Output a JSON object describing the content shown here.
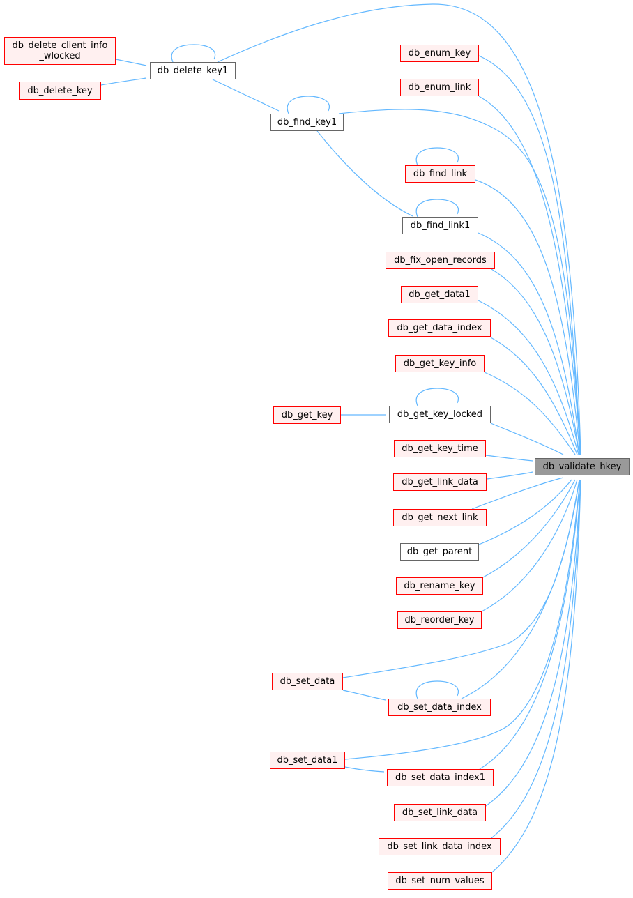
{
  "graph": {
    "kind": "caller-graph",
    "colors": {
      "edge": "#63b8ff",
      "caller_fill": "#fff0f0",
      "caller_border": "#ff0000",
      "plain_fill": "#ffffff",
      "plain_border": "#666666",
      "target_fill": "#999999",
      "target_border": "#666666"
    },
    "nodes": [
      {
        "id": "db_delete_client_info_wlocked",
        "label": "db_delete_client_info\n_wlocked",
        "style": "caller"
      },
      {
        "id": "db_delete_key",
        "label": "db_delete_key",
        "style": "caller"
      },
      {
        "id": "db_delete_key1",
        "label": "db_delete_key1",
        "style": "plain"
      },
      {
        "id": "db_find_key1",
        "label": "db_find_key1",
        "style": "plain"
      },
      {
        "id": "db_enum_key",
        "label": "db_enum_key",
        "style": "caller"
      },
      {
        "id": "db_enum_link",
        "label": "db_enum_link",
        "style": "caller"
      },
      {
        "id": "db_find_link",
        "label": "db_find_link",
        "style": "caller"
      },
      {
        "id": "db_find_link1",
        "label": "db_find_link1",
        "style": "plain"
      },
      {
        "id": "db_fix_open_records",
        "label": "db_fix_open_records",
        "style": "caller"
      },
      {
        "id": "db_get_data1",
        "label": "db_get_data1",
        "style": "caller"
      },
      {
        "id": "db_get_data_index",
        "label": "db_get_data_index",
        "style": "caller"
      },
      {
        "id": "db_get_key_info",
        "label": "db_get_key_info",
        "style": "caller"
      },
      {
        "id": "db_get_key",
        "label": "db_get_key",
        "style": "caller"
      },
      {
        "id": "db_get_key_locked",
        "label": "db_get_key_locked",
        "style": "plain"
      },
      {
        "id": "db_get_key_time",
        "label": "db_get_key_time",
        "style": "caller"
      },
      {
        "id": "db_get_link_data",
        "label": "db_get_link_data",
        "style": "caller"
      },
      {
        "id": "db_get_next_link",
        "label": "db_get_next_link",
        "style": "caller"
      },
      {
        "id": "db_get_parent",
        "label": "db_get_parent",
        "style": "plain"
      },
      {
        "id": "db_rename_key",
        "label": "db_rename_key",
        "style": "caller"
      },
      {
        "id": "db_reorder_key",
        "label": "db_reorder_key",
        "style": "caller"
      },
      {
        "id": "db_set_data",
        "label": "db_set_data",
        "style": "caller"
      },
      {
        "id": "db_set_data_index",
        "label": "db_set_data_index",
        "style": "caller"
      },
      {
        "id": "db_set_data1",
        "label": "db_set_data1",
        "style": "caller"
      },
      {
        "id": "db_set_data_index1",
        "label": "db_set_data_index1",
        "style": "caller"
      },
      {
        "id": "db_set_link_data",
        "label": "db_set_link_data",
        "style": "caller"
      },
      {
        "id": "db_set_link_data_index",
        "label": "db_set_link_data_index",
        "style": "caller"
      },
      {
        "id": "db_set_num_values",
        "label": "db_set_num_values",
        "style": "caller"
      },
      {
        "id": "db_validate_hkey",
        "label": "db_validate_hkey",
        "style": "target"
      }
    ],
    "edges": [
      {
        "from": "db_delete_client_info_wlocked",
        "to": "db_delete_key1"
      },
      {
        "from": "db_delete_key",
        "to": "db_delete_key1"
      },
      {
        "from": "db_delete_key1",
        "to": "db_delete_key1"
      },
      {
        "from": "db_delete_key1",
        "to": "db_find_key1"
      },
      {
        "from": "db_delete_key1",
        "to": "db_validate_hkey"
      },
      {
        "from": "db_find_key1",
        "to": "db_find_key1"
      },
      {
        "from": "db_find_key1",
        "to": "db_find_link1"
      },
      {
        "from": "db_find_key1",
        "to": "db_validate_hkey"
      },
      {
        "from": "db_enum_key",
        "to": "db_validate_hkey"
      },
      {
        "from": "db_enum_link",
        "to": "db_validate_hkey"
      },
      {
        "from": "db_find_link",
        "to": "db_find_link"
      },
      {
        "from": "db_find_link",
        "to": "db_validate_hkey"
      },
      {
        "from": "db_find_link1",
        "to": "db_find_link1"
      },
      {
        "from": "db_find_link1",
        "to": "db_validate_hkey"
      },
      {
        "from": "db_fix_open_records",
        "to": "db_validate_hkey"
      },
      {
        "from": "db_get_data1",
        "to": "db_validate_hkey"
      },
      {
        "from": "db_get_data_index",
        "to": "db_validate_hkey"
      },
      {
        "from": "db_get_key_info",
        "to": "db_validate_hkey"
      },
      {
        "from": "db_get_key",
        "to": "db_get_key_locked"
      },
      {
        "from": "db_get_key_locked",
        "to": "db_get_key_locked"
      },
      {
        "from": "db_get_key_locked",
        "to": "db_validate_hkey"
      },
      {
        "from": "db_get_key_time",
        "to": "db_validate_hkey"
      },
      {
        "from": "db_get_link_data",
        "to": "db_validate_hkey"
      },
      {
        "from": "db_get_next_link",
        "to": "db_validate_hkey"
      },
      {
        "from": "db_get_parent",
        "to": "db_validate_hkey"
      },
      {
        "from": "db_rename_key",
        "to": "db_validate_hkey"
      },
      {
        "from": "db_reorder_key",
        "to": "db_validate_hkey"
      },
      {
        "from": "db_set_data",
        "to": "db_set_data_index"
      },
      {
        "from": "db_set_data",
        "to": "db_validate_hkey"
      },
      {
        "from": "db_set_data_index",
        "to": "db_set_data_index"
      },
      {
        "from": "db_set_data_index",
        "to": "db_validate_hkey"
      },
      {
        "from": "db_set_data1",
        "to": "db_set_data_index1"
      },
      {
        "from": "db_set_data1",
        "to": "db_validate_hkey"
      },
      {
        "from": "db_set_data_index1",
        "to": "db_validate_hkey"
      },
      {
        "from": "db_set_link_data",
        "to": "db_validate_hkey"
      },
      {
        "from": "db_set_link_data_index",
        "to": "db_validate_hkey"
      },
      {
        "from": "db_set_num_values",
        "to": "db_validate_hkey"
      }
    ]
  }
}
